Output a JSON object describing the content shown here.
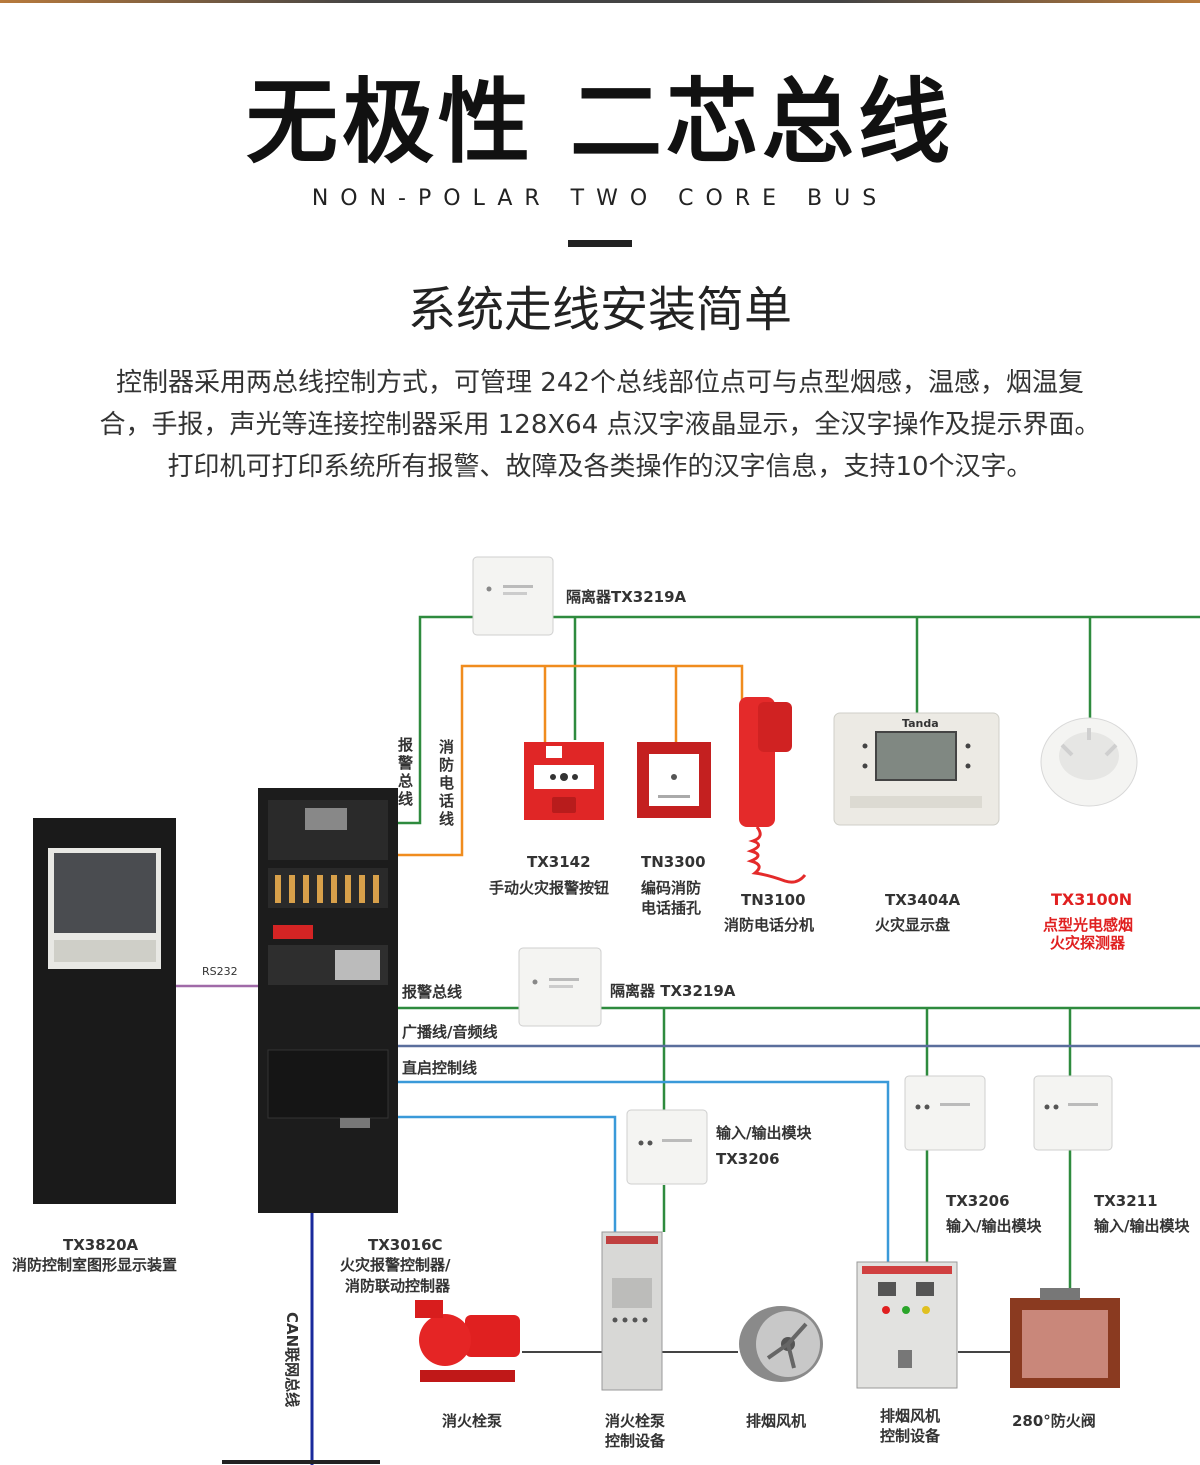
{
  "header": {
    "title": "无极性 二芯总线",
    "subtitle": "NON-POLAR TWO CORE BUS",
    "heading": "系统走线安装简单",
    "description": "控制器采用两总线控制方式，可管理 242个总线部位点可与点型烟感，温感，烟温复合，手报，声光等连接控制器采用 128X64 点汉字液晶显示，全汉字操作及提示界面。打印机可打印系统所有报警、故障及各类操作的汉字信息，支持10个汉字。"
  },
  "diagram": {
    "colors": {
      "alarm_bus": "#2e8b3e",
      "phone_line": "#f08c1e",
      "broadcast_line": "#5a6e9c",
      "direct_line": "#3a9ad9",
      "can_bus": "#1a2a9c",
      "rs232": "#a06aa8"
    },
    "lines": {
      "alarm_bus_top": [
        "报",
        "警",
        "总",
        "线"
      ],
      "phone_line": [
        "消",
        "防",
        "电",
        "话",
        "线"
      ],
      "rs232": "RS232",
      "alarm_bus": "报警总线",
      "broadcast": "广播线/音频线",
      "direct_control": "直启控制线",
      "can_bus": "CAN联网总线"
    },
    "devices": {
      "isolator_top": "隔离器TX3219A",
      "isolator_mid": "隔离器 TX3219A",
      "manual_call_code": "TX3142",
      "manual_call_name": "手动火灾报警按钮",
      "phone_jack_code": "TN3300",
      "phone_jack_name_1": "编码消防",
      "phone_jack_name_2": "电话插孔",
      "phone_ext_code": "TN3100",
      "phone_ext_name": "消防电话分机",
      "display_panel_code": "TX3404A",
      "display_panel_name": "火灾显示盘",
      "smoke_code": "TX3100N",
      "smoke_name_1": "点型光电感烟",
      "smoke_name_2": "火灾探测器",
      "graphic_code": "TX3820A",
      "graphic_name": "消防控制室图形显示装置",
      "controller_code": "TX3016C",
      "controller_name_1": "火灾报警控制器/",
      "controller_name_2": "消防联动控制器",
      "io_module_1_name": "输入/输出模块",
      "io_module_1_code": "TX3206",
      "io_module_2_code": "TX3206",
      "io_module_2_name": "输入/输出模块",
      "io_module_3_code": "TX3211",
      "io_module_3_name": "输入/输出模块",
      "pump": "消火栓泵",
      "pump_ctrl_1": "消火栓泵",
      "pump_ctrl_2": "控制设备",
      "fan": "排烟风机",
      "fan_ctrl_1": "排烟风机",
      "fan_ctrl_2": "控制设备",
      "damper": "280°防火阀",
      "brand": "Tanda"
    }
  }
}
